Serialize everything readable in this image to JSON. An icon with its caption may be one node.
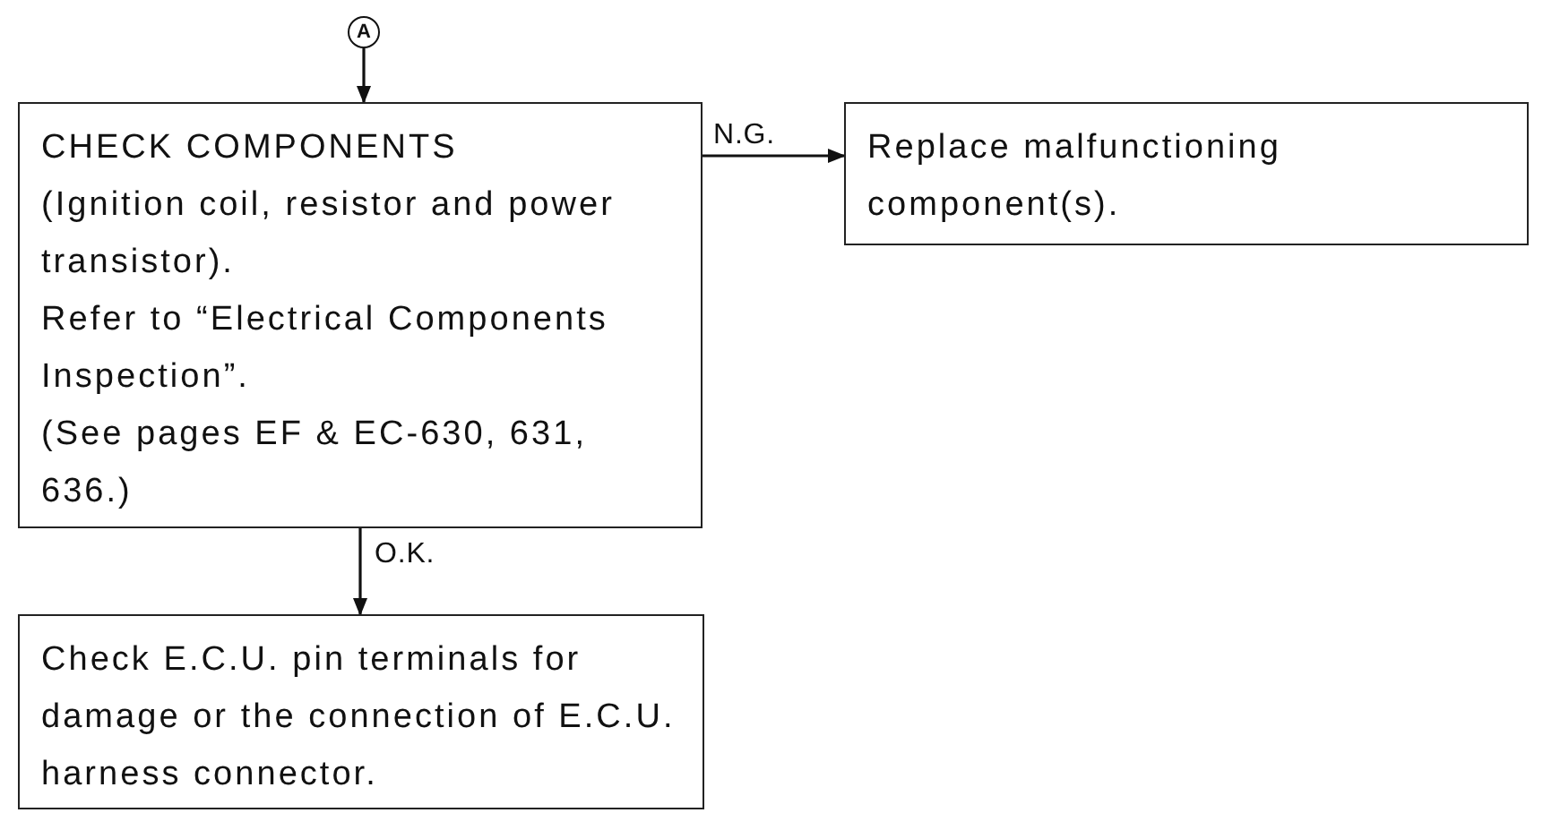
{
  "diagram": {
    "nodes": [
      {
        "text": [
          "A"
        ]
      },
      {
        "text": [
          "CHECK COMPONENTS",
          "(Ignition coil, resistor and power transistor).",
          "Refer to “Electrical Components Inspection”.",
          "(See pages EF & EC-630, 631, 636.)"
        ]
      },
      {
        "text": [
          "Replace malfunctioning component(s)."
        ]
      },
      {
        "text": [
          "Check E.C.U. pin terminals for damage or the connection of E.C.U. harness connector."
        ]
      }
    ],
    "edges": [
      {
        "from": 0,
        "to": 1,
        "arrow": "to"
      },
      {
        "from": 1,
        "to": 2,
        "arrow": "to",
        "label": "N.G."
      },
      {
        "from": 1,
        "to": 3,
        "arrow": "to",
        "label": "O.K."
      }
    ]
  }
}
